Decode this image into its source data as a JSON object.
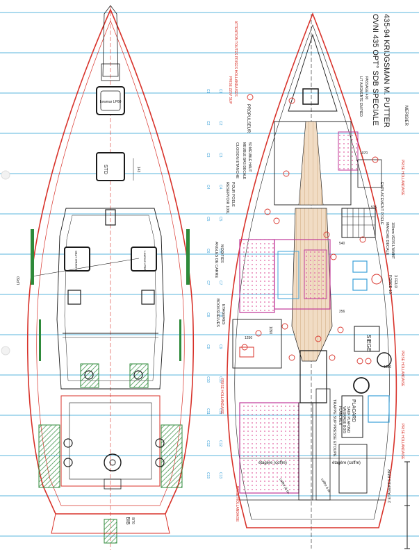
{
  "colors": {
    "paper": "#ffffff",
    "grid_line": "#58b4dc",
    "hull_red": "#d8322a",
    "ink": "#1a1a1a",
    "green_rail": "#2e8a3a",
    "magenta": "#c03a9a",
    "cyan": "#3aa0d8",
    "wood": "#c89a6a",
    "hatch_pink": "#e060a0"
  },
  "title_block": {
    "line1": "OVNI 435 OPT° SDB SPECIALE",
    "line2": "435-94 KRIJGSMAN M. PUTTER",
    "line3": "MERISIER"
  },
  "stations": [
    "C1",
    "C2",
    "C3",
    "C4",
    "C5",
    "C6",
    "C7",
    "C8",
    "C9",
    "C10",
    "C11",
    "C12",
    "C13"
  ],
  "deck_labels": {
    "hatch_fwd": "Lewmar LP60",
    "std": "STD",
    "std_dim": "143",
    "hatch_mid_left": "Lewmar LP60",
    "hatch_mid_right": "Lewmar LP60",
    "lp60_callout": "LP60",
    "bib": "BIB",
    "bib_size": "8/70"
  },
  "interior_labels": {
    "prise_top": "PRISE 220V SUP",
    "attention": "ATTENTION TOUTES PRISES HOLLANDAISES",
    "propulseur": "PROPULSEUR",
    "lit": "LIT AUGMENTE EN PIED",
    "passage": "PASSAGE 400",
    "cloison": "CLOISON ETANCHE",
    "meuble": "MEUBLE BAS DECALE",
    "meuble2": "50 MEUBLE HAUT",
    "reservoir": "RESERVOIR 100L",
    "pour_poele": "POUR POELE",
    "emplacement": "EMPLACEMENT POELE",
    "manche": "MANCHE DECALE",
    "manche2": "100mm VERS L'AVANT",
    "angles": "ANGLES DE CARRE",
    "modifies": "MODIFIES",
    "force": "FORCE 10",
    "feux": "3 FEUX",
    "bookshelves": "BOOKSHELVES",
    "etageres": "ETAGERES",
    "siege": "SIEGE",
    "placard": "PLACARD",
    "prise_holl": "PRISE HOLLANDAISE",
    "trappe": "TRAPPE SUP PRESSE ETOUPE",
    "plancher": "PLANCHER",
    "vaigrage": "VAIGRAGE BOIS",
    "sauf": "SAUF PLAFOND",
    "etagere_coffre_left": "étagère (coffre)",
    "etagere_coffre_right": "étagère (coffre)",
    "coffre_left": "coffre (à ta-",
    "coffre_right": "coffre à ta-",
    "etageres_pair": "2 ETAGERES PAIR",
    "dim_1250": "1250",
    "dim_1880": "1880",
    "dim_1070": "1070",
    "dim_540": "540",
    "dim_535": "535",
    "dim_256": "256",
    "dim_1050": "1050"
  }
}
